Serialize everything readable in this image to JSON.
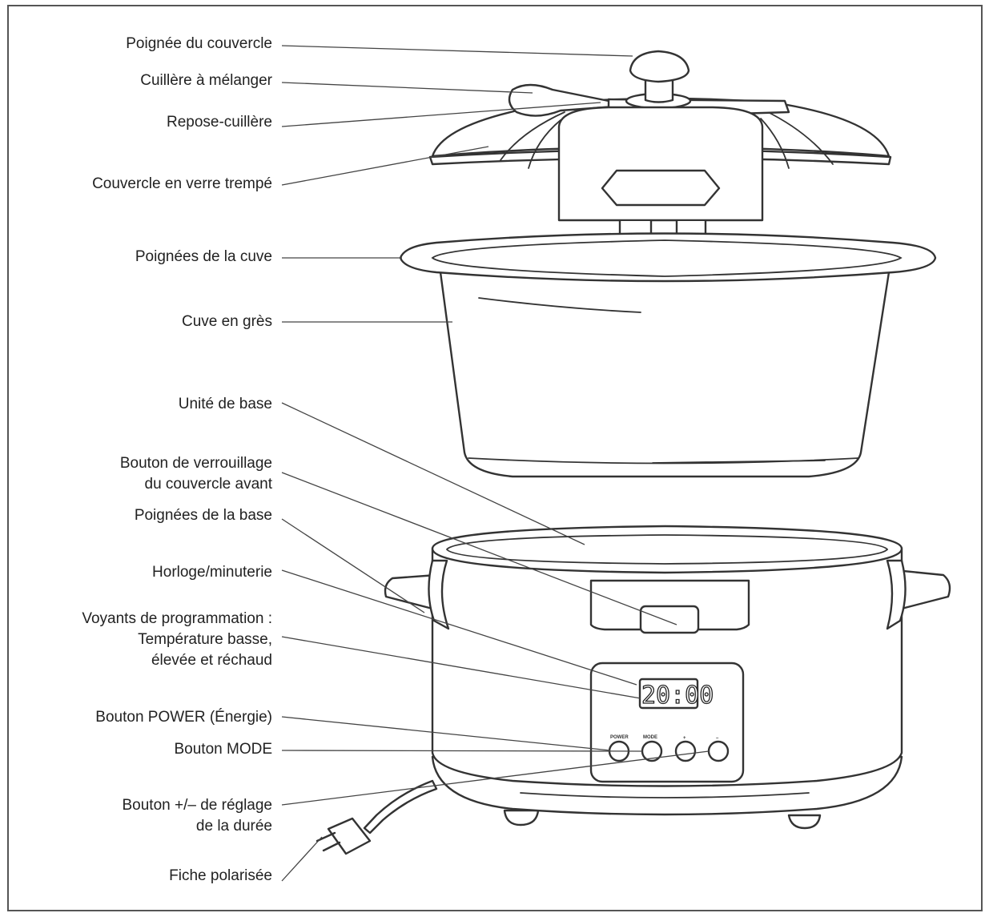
{
  "labels": [
    {
      "key": "poignee_couvercle",
      "lines": [
        "Poignée du couvercle"
      ]
    },
    {
      "key": "cuillere",
      "lines": [
        "Cuillère à mélanger"
      ]
    },
    {
      "key": "repose_cuillere",
      "lines": [
        "Repose-cuillère"
      ]
    },
    {
      "key": "couvercle_verre",
      "lines": [
        "Couvercle en verre trempé"
      ]
    },
    {
      "key": "poignees_cuve",
      "lines": [
        "Poignées de la cuve"
      ]
    },
    {
      "key": "cuve_gres",
      "lines": [
        "Cuve en grès"
      ]
    },
    {
      "key": "unite_base",
      "lines": [
        "Unité de base"
      ]
    },
    {
      "key": "bouton_verrouillage",
      "lines": [
        "Bouton de verrouillage",
        "du couvercle avant"
      ]
    },
    {
      "key": "poignees_base",
      "lines": [
        "Poignées de la base"
      ]
    },
    {
      "key": "horloge",
      "lines": [
        "Horloge/minuterie"
      ]
    },
    {
      "key": "voyants",
      "lines": [
        "Voyants de programmation :",
        "Température basse,",
        "élevée et réchaud"
      ]
    },
    {
      "key": "bouton_power",
      "lines": [
        "Bouton POWER (Énergie)"
      ]
    },
    {
      "key": "bouton_mode",
      "lines": [
        "Bouton MODE"
      ]
    },
    {
      "key": "bouton_plus_moins",
      "lines": [
        "Bouton +/–  de réglage",
        "de la durée"
      ]
    },
    {
      "key": "fiche",
      "lines": [
        "Fiche polarisée"
      ]
    }
  ],
  "display": {
    "time": "20:00",
    "buttons": [
      "POWER",
      "MODE",
      "+",
      "–"
    ]
  }
}
